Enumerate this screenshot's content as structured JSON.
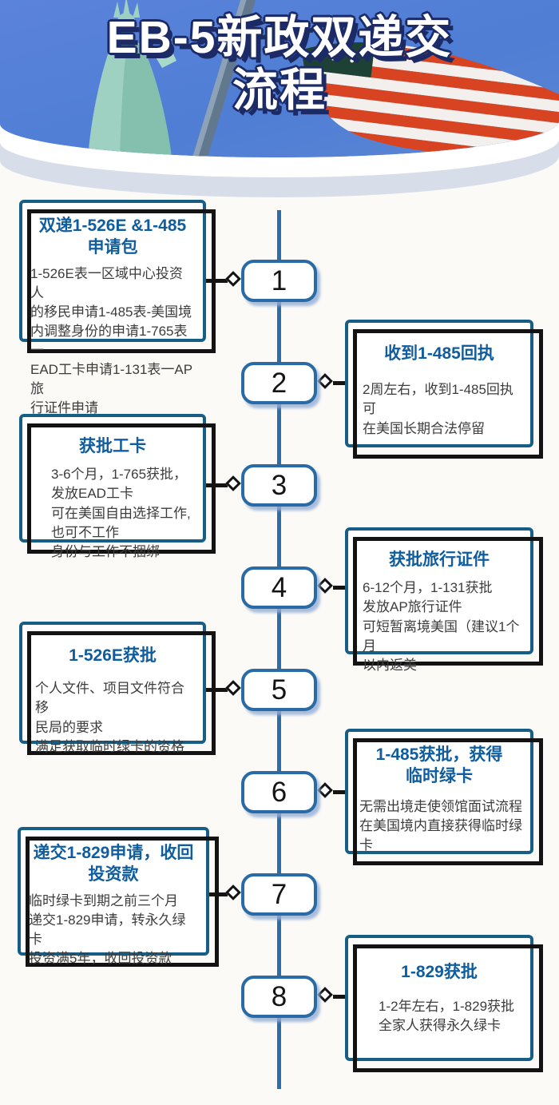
{
  "header": {
    "title_lines": [
      "EB-5新政双递交",
      "流程"
    ],
    "icons": [
      "statue-of-liberty",
      "flag-pole",
      "us-flag"
    ]
  },
  "colors": {
    "box_border": "#175e87",
    "box_title_blue": "#0f5d9e",
    "body_text": "#3c3c3c",
    "timeline_blue": "#2e6da7",
    "connector_black": "#141414",
    "band_blue_gray": "#d7dee9",
    "sky_blue": "#5b83dc",
    "flag_red": "#d84321",
    "statue_green": "#9ed1c1",
    "title_outline_navy": "#1c2b66"
  },
  "steps": [
    {
      "num": "1",
      "side": "left",
      "title": "双递1-526E &1-485\n申请包",
      "body": "1-526E表一区域中心投资人\n的移民申请1-485表-美国境\n内调整身份的申请1-765表一\nEAD工卡申请1-131表一AP旅\n行证件申请"
    },
    {
      "num": "2",
      "side": "right",
      "title": "收到1-485回执",
      "body": "2周左右，收到1-485回执可\n在美国长期合法停留"
    },
    {
      "num": "3",
      "side": "left",
      "title": "获批工卡",
      "body": "3-6个月，1-765获批，\n发放EAD工卡\n可在美国自由选择工作,\n也可不工作\n身份与工作不捆绑"
    },
    {
      "num": "4",
      "side": "right",
      "title": "获批旅行证件",
      "body": "6-12个月，1-131获批\n发放AP旅行证件\n可短暂离境美国（建议1个月\n以内返美"
    },
    {
      "num": "5",
      "side": "left",
      "title": "1-526E获批",
      "body": "个人文件、项目文件符合移\n民局的要求\n满足获取临时绿卡的资格"
    },
    {
      "num": "6",
      "side": "right",
      "title": "1-485获批，获得\n临时绿卡",
      "body": "无需出境走使领馆面试流程\n在美国境内直接获得临时绿卡"
    },
    {
      "num": "7",
      "side": "left",
      "title": "递交1-829申请，收回\n投资款",
      "body": "临时绿卡到期之前三个月\n递交1-829申请，转永久绿卡\n投资满5年，收回投资款"
    },
    {
      "num": "8",
      "side": "right",
      "title": "1-829获批",
      "body": "1-2年左右，1-829获批\n全家人获得永久绿卡"
    }
  ]
}
